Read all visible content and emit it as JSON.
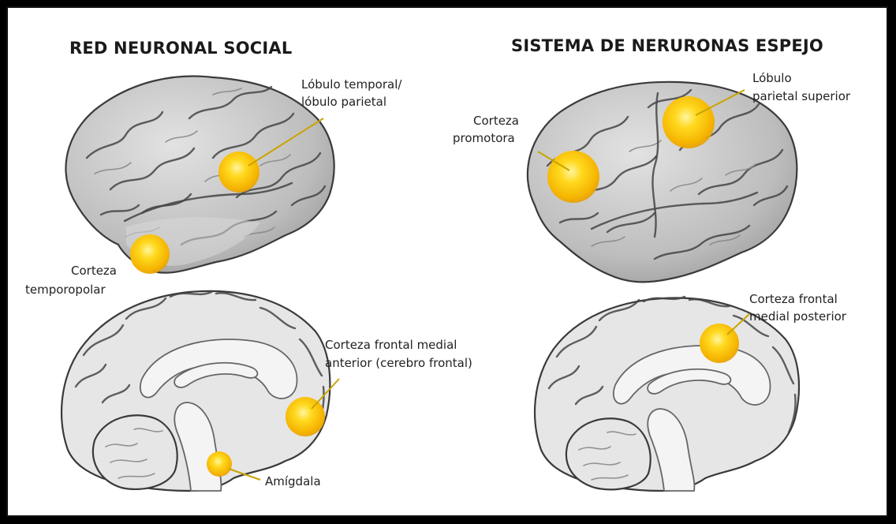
{
  "panels": {
    "left": {
      "title": "RED NEURONAL SOCIAL",
      "labels": {
        "temporal_parietal": [
          "Lóbulo temporal/",
          "lóbulo parietal"
        ],
        "temporopolar": [
          "Corteza",
          "temporopolar"
        ],
        "frontal_medial_anterior": [
          "Corteza frontal medial",
          "anterior (cerebro frontal)"
        ],
        "amygdala": [
          "Amígdala"
        ]
      }
    },
    "right": {
      "title": "SISTEMA DE NERURONAS ESPEJO",
      "labels": {
        "parietal_superior": [
          "Lóbulo",
          "parietal superior"
        ],
        "promotora": [
          "Corteza",
          "promotora"
        ],
        "frontal_medial_posterior": [
          "Corteza frontal",
          "medial posterior"
        ]
      }
    }
  },
  "colors": {
    "highlight_center": "#fff27a",
    "highlight_mid": "#ffd21a",
    "highlight_edge": "#f0a800",
    "leader_line": "#c9a400",
    "frame": "#000000"
  }
}
